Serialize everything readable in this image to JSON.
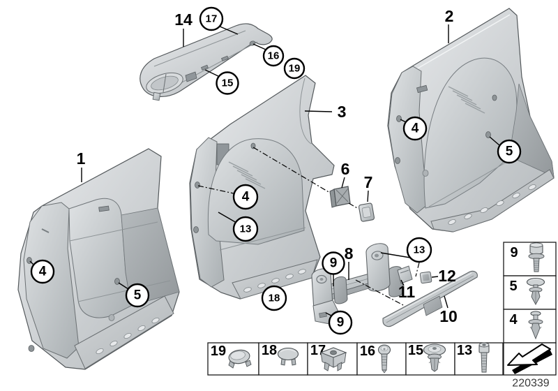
{
  "figure": {
    "drawing_number": "220339"
  },
  "callout_labels": {
    "1": "1",
    "2": "2",
    "3": "3",
    "6": "6",
    "7": "7",
    "8": "8",
    "10": "10",
    "11": "11",
    "12": "12",
    "14": "14"
  },
  "balloon_labels": {
    "4": "4",
    "5": "5",
    "9": "9",
    "13": "13",
    "15": "15",
    "16": "16",
    "17": "17",
    "18": "18",
    "19": "19"
  },
  "legend_bottom": [
    {
      "number": "19",
      "icon": "round-plug-icon"
    },
    {
      "number": "18",
      "icon": "blind-cap-icon"
    },
    {
      "number": "17",
      "icon": "square-nut-icon"
    },
    {
      "number": "16",
      "icon": "pan-head-screw-icon"
    },
    {
      "number": "15",
      "icon": "expanding-rivet-icon"
    },
    {
      "number": "13",
      "icon": "socket-head-screw-icon"
    }
  ],
  "legend_right": [
    {
      "number": "9",
      "icon": "hex-bolt-icon"
    },
    {
      "number": "5",
      "icon": "dome-rivet-icon"
    },
    {
      "number": "4",
      "icon": "expansion-rivet-icon"
    }
  ],
  "arrow_box": {
    "icon": "direction-of-travel-arrow-icon"
  },
  "colors": {
    "background": "#ffffff",
    "line": "#000000",
    "part_light": "#e6e8ea",
    "part_mid": "#c6cacd",
    "part_dark": "#9aa0a3",
    "outline": "#53585b"
  }
}
